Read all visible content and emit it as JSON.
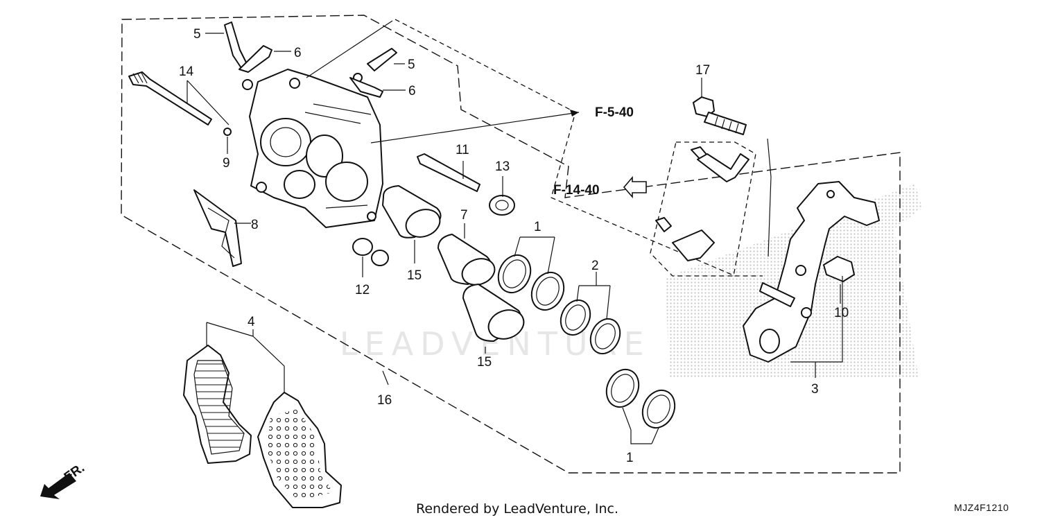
{
  "diagram": {
    "callouts": {
      "c1a": "1",
      "c1b": "1",
      "c2": "2",
      "c3": "3",
      "c4": "4",
      "c5a": "5",
      "c5b": "5",
      "c6a": "6",
      "c6b": "6",
      "c7": "7",
      "c8": "8",
      "c9": "9",
      "c10": "10",
      "c11": "11",
      "c12": "12",
      "c13": "13",
      "c14": "14",
      "c15a": "15",
      "c15b": "15",
      "c16": "16",
      "c17": "17"
    },
    "references": {
      "f5": "F-5-40",
      "f14": "F-14-40"
    },
    "front_label": "FR.",
    "watermark": "LEADVENTURE",
    "footer_text": "Rendered by LeadVenture, Inc.",
    "drawing_code": "MJZ4F1210"
  },
  "colors": {
    "line": "#111111",
    "watermark": "#e6e6e6",
    "dot_pattern": "#bdbdbd"
  }
}
